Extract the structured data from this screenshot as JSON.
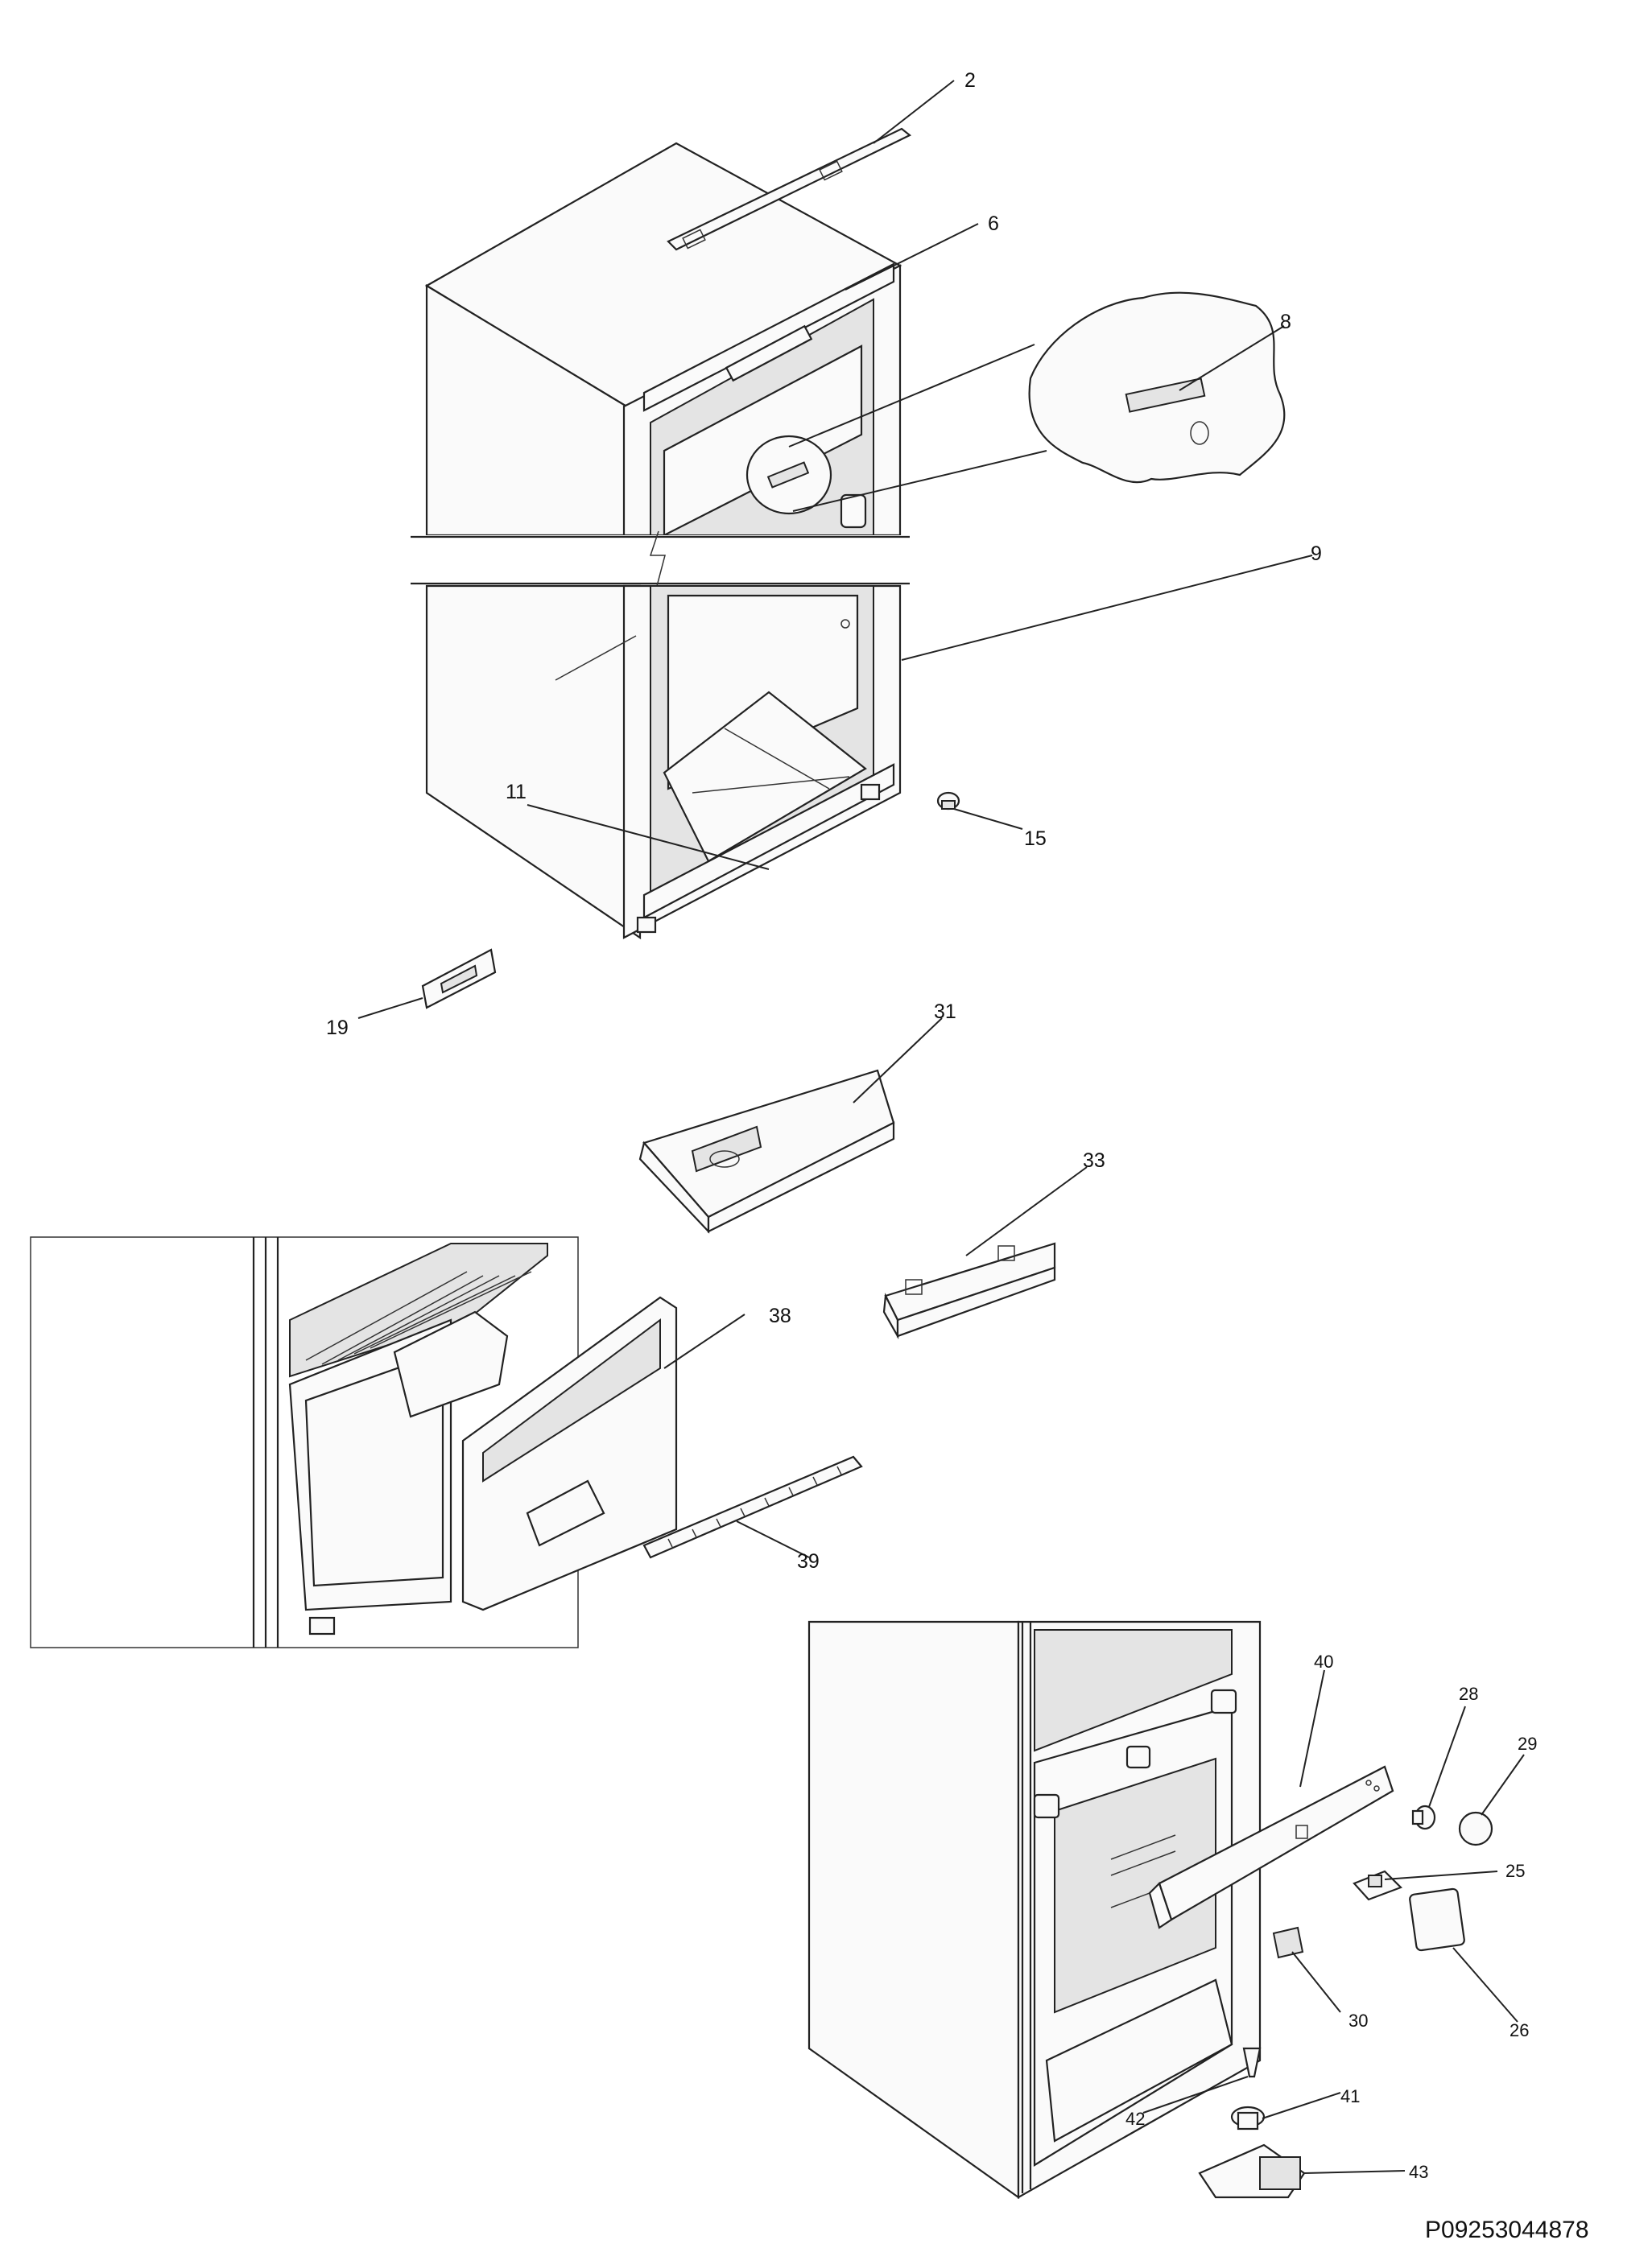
{
  "diagram": {
    "callouts": {
      "c2": "2",
      "c6": "6",
      "c8": "8",
      "c9": "9",
      "c11": "11",
      "c15": "15",
      "c19": "19",
      "c31": "31",
      "c33": "33",
      "c38": "38",
      "c39": "39",
      "c40": "40",
      "c28": "28",
      "c29": "29",
      "c25": "25",
      "c26": "26",
      "c30": "30",
      "c41": "41",
      "c42": "42",
      "c43": "43"
    },
    "drawing_number": "P09253044878"
  }
}
